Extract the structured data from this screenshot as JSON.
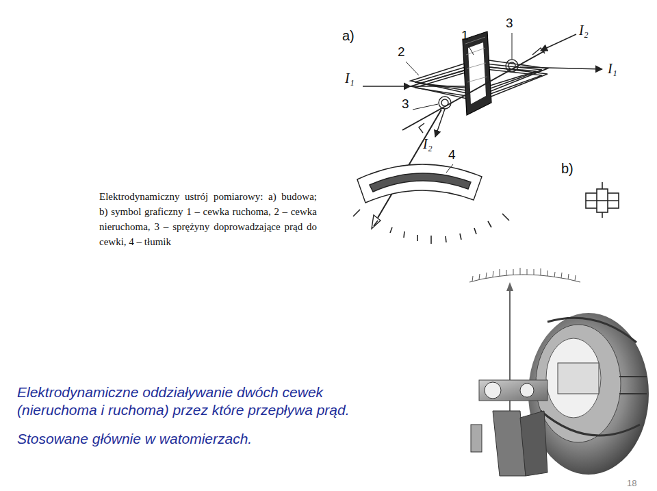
{
  "diagram": {
    "caption": "Elektrodynamiczny ustrój pomiarowy: a) budowa; b) symbol graficzny 1 – cewka ruchoma, 2 – cewka nieruchoma, 3 – sprężyny doprowadzające prąd do cewki, 4 – tłumik",
    "labels": [
      "a)",
      "1",
      "3",
      "I₂",
      "2",
      "I₁",
      "I₁",
      "3",
      "I₂",
      "4",
      "b)",
      "Elektrodynamiczne oddziaływanie dwóch cewek (nieruchoma i ruchoma) przez które przepływa prąd.",
      "Stosowane głównie w watomierzach.",
      "18"
    ]
  }
}
